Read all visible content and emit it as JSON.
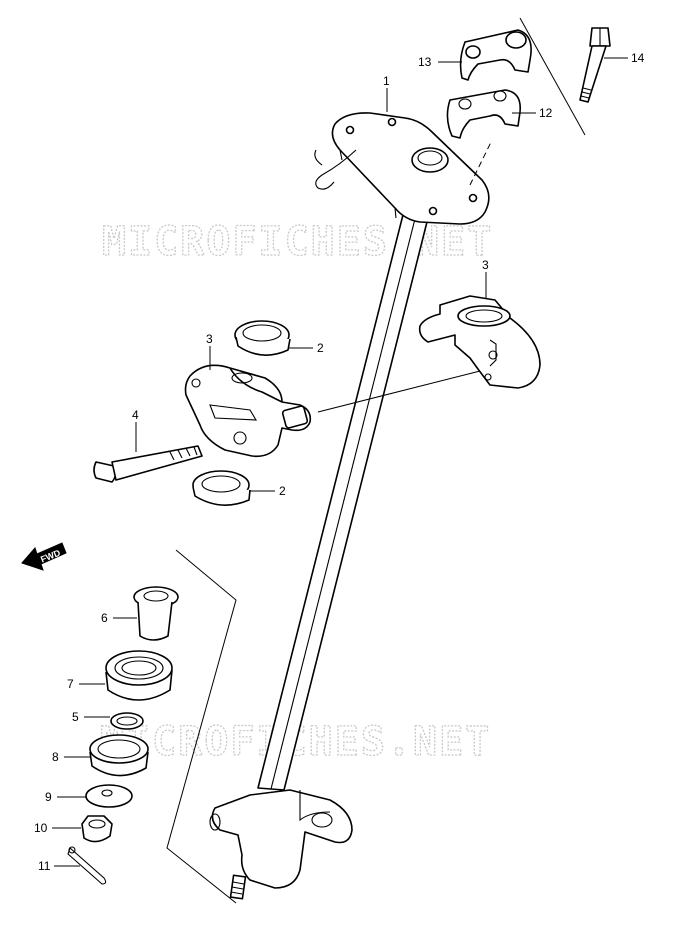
{
  "watermark": {
    "text": "MICROFICHES.NET"
  },
  "fwd_label": "FWD",
  "callouts": {
    "p1": "1",
    "p2a": "2",
    "p2b": "2",
    "p3a": "3",
    "p3b": "3",
    "p4": "4",
    "p5": "5",
    "p6": "6",
    "p7": "7",
    "p8": "8",
    "p9": "9",
    "p10": "10",
    "p11": "11",
    "p12": "12",
    "p13": "13",
    "p14": "14"
  }
}
